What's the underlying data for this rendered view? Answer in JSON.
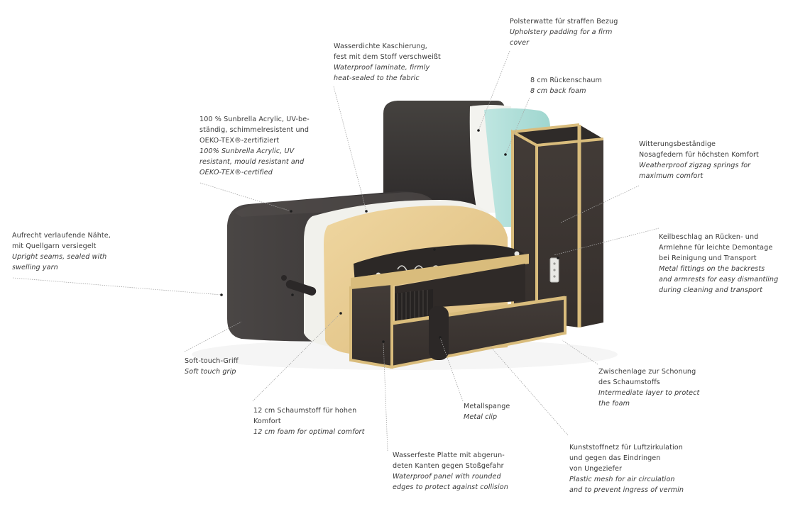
{
  "diagram": {
    "subject": "sofa-module-cutaway",
    "colors": {
      "fabric": "#3d3a3b",
      "fabric_dark": "#2e2b2c",
      "padding_white": "#f2f2ee",
      "back_foam_mint": "#a9dcd6",
      "seat_foam_yellow": "#e6c98e",
      "panel_dark": "#3b3532",
      "panel_edge_wood": "#d9bc7c",
      "leader_line": "#9a9a9a",
      "text": "#3a3a3a"
    },
    "annotations": [
      {
        "id": "upholstery-padding",
        "de": "Polsterwatte für straffen Bezug",
        "en_lines": [
          "Upholstery padding for a firm",
          "cover"
        ],
        "de_lines": [
          "Polsterwatte für straffen Bezug"
        ]
      },
      {
        "id": "waterproof-laminate",
        "de_lines": [
          "Wasserdichte Kaschierung,",
          "fest mit dem Stoff verschweißt"
        ],
        "en_lines": [
          "Waterproof laminate, firmly",
          "heat-sealed to the fabric"
        ]
      },
      {
        "id": "back-foam",
        "de_lines": [
          "8 cm Rückenschaum"
        ],
        "en_lines": [
          "8 cm back foam"
        ]
      },
      {
        "id": "sunbrella-fabric",
        "de_lines": [
          "100 % Sunbrella Acrylic, UV-be-",
          "ständig, schimmelresistent und",
          "OEKO-TEX®-zertifiziert"
        ],
        "en_lines": [
          "100% Sunbrella Acrylic, UV",
          "resistant, mould resistant and",
          "OEKO-TEX®-certified"
        ]
      },
      {
        "id": "zigzag-springs",
        "de_lines": [
          "Witterungsbeständige",
          "Nosagfedern für höchsten Komfort"
        ],
        "en_lines": [
          "Weatherproof zigzag springs for",
          "maximum comfort"
        ]
      },
      {
        "id": "metal-fittings",
        "de_lines": [
          "Keilbeschlag an Rücken- und",
          "Armlehne für leichte Demontage",
          "bei Reinigung und Transport"
        ],
        "en_lines": [
          "Metal fittings on the backrests",
          "and armrests for easy dismantling",
          "during cleaning and transport"
        ]
      },
      {
        "id": "upright-seams",
        "de_lines": [
          "Aufrecht verlaufende Nähte,",
          "mit Quellgarn versiegelt"
        ],
        "en_lines": [
          "Upright seams, sealed with",
          "swelling yarn"
        ]
      },
      {
        "id": "soft-touch-grip",
        "de_lines": [
          "Soft-touch-Griff"
        ],
        "en_lines": [
          "Soft touch grip"
        ]
      },
      {
        "id": "seat-foam",
        "de_lines": [
          "12 cm Schaumstoff für hohen",
          "Komfort"
        ],
        "en_lines": [
          "12 cm foam for optimal comfort"
        ]
      },
      {
        "id": "waterproof-panel",
        "de_lines": [
          "Wasserfeste Platte mit abgerun-",
          "deten Kanten gegen Stoßgefahr"
        ],
        "en_lines": [
          "Waterproof panel with rounded",
          "edges to protect against collision"
        ]
      },
      {
        "id": "metal-clip",
        "de_lines": [
          "Metallspange"
        ],
        "en_lines": [
          "Metal clip"
        ]
      },
      {
        "id": "plastic-mesh",
        "de_lines": [
          "Kunststoffnetz für Luftzirkulation",
          "und gegen das Eindringen",
          "von Ungeziefer"
        ],
        "en_lines": [
          "Plastic mesh for air circulation",
          "and to prevent ingress of vermin"
        ]
      },
      {
        "id": "intermediate-layer",
        "de_lines": [
          "Zwischenlage zur Schonung",
          "des Schaumstoffs"
        ],
        "en_lines": [
          "Intermediate layer to protect",
          "the foam"
        ]
      }
    ]
  }
}
